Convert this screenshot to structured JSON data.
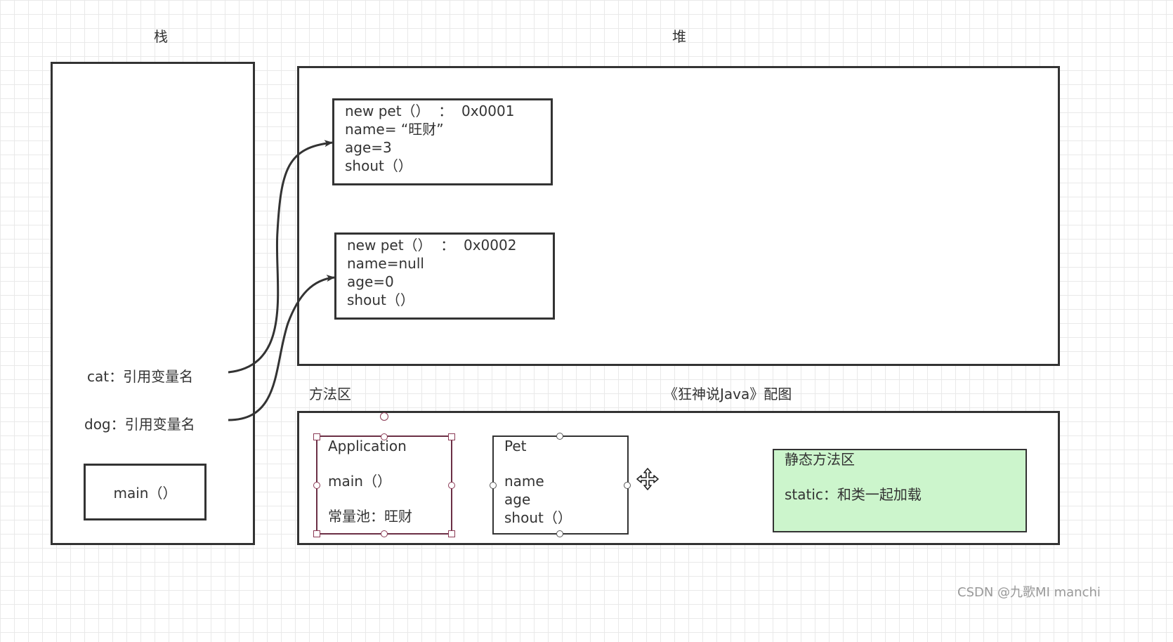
{
  "stack": {
    "title": "栈",
    "cat_label": "cat：引用变量名",
    "dog_label": "dog：引用变量名",
    "main_label": "main（）"
  },
  "heap": {
    "title": "堆",
    "objects": [
      {
        "lines": [
          "new pet（）  ：  0x0001",
          "name= “旺财”",
          "age=3",
          "shout（）"
        ]
      },
      {
        "lines": [
          "new pet（）  ：  0x0002",
          "name=null",
          "age=0",
          "shout（）"
        ]
      }
    ]
  },
  "method_area": {
    "title": "方法区",
    "caption": "《狂神说Java》配图",
    "application": {
      "lines": [
        "Application",
        "",
        "main（）",
        "",
        "常量池：旺财"
      ]
    },
    "pet": {
      "lines": [
        "Pet",
        "",
        "name",
        "age",
        "shout（）"
      ]
    },
    "static_area": {
      "title": "静态方法区",
      "text": "static：和类一起加载",
      "color": "#ccf5cc"
    }
  },
  "watermark": "CSDN @九歌MI manchi"
}
